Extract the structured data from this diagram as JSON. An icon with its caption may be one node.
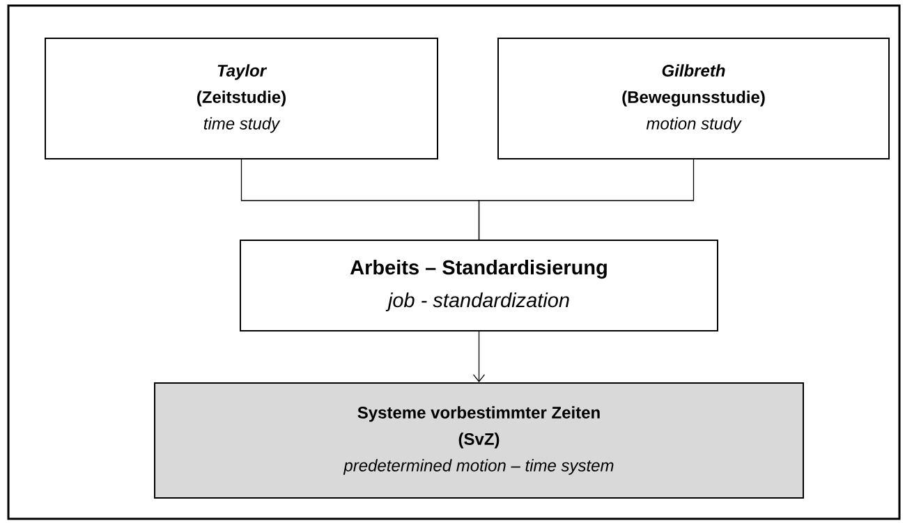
{
  "diagram": {
    "nodes": [
      {
        "text": [
          "Taylor",
          "(Zeitstudie)",
          "time study"
        ]
      },
      {
        "text": [
          "Gilbreth",
          "(Bewegunsstudie)",
          "motion study"
        ]
      },
      {
        "text": [
          "Arbeits – Standardisierung",
          "job - standardization"
        ]
      },
      {
        "text": [
          "Systeme vorbestimmter Zeiten",
          "(SvZ)",
          "predetermined motion – time system"
        ]
      }
    ],
    "edges": [
      {
        "from": 0,
        "to": 2,
        "arrow": "none"
      },
      {
        "from": 1,
        "to": 2,
        "arrow": "none"
      },
      {
        "from": 2,
        "to": 3,
        "arrow": "to"
      }
    ]
  }
}
